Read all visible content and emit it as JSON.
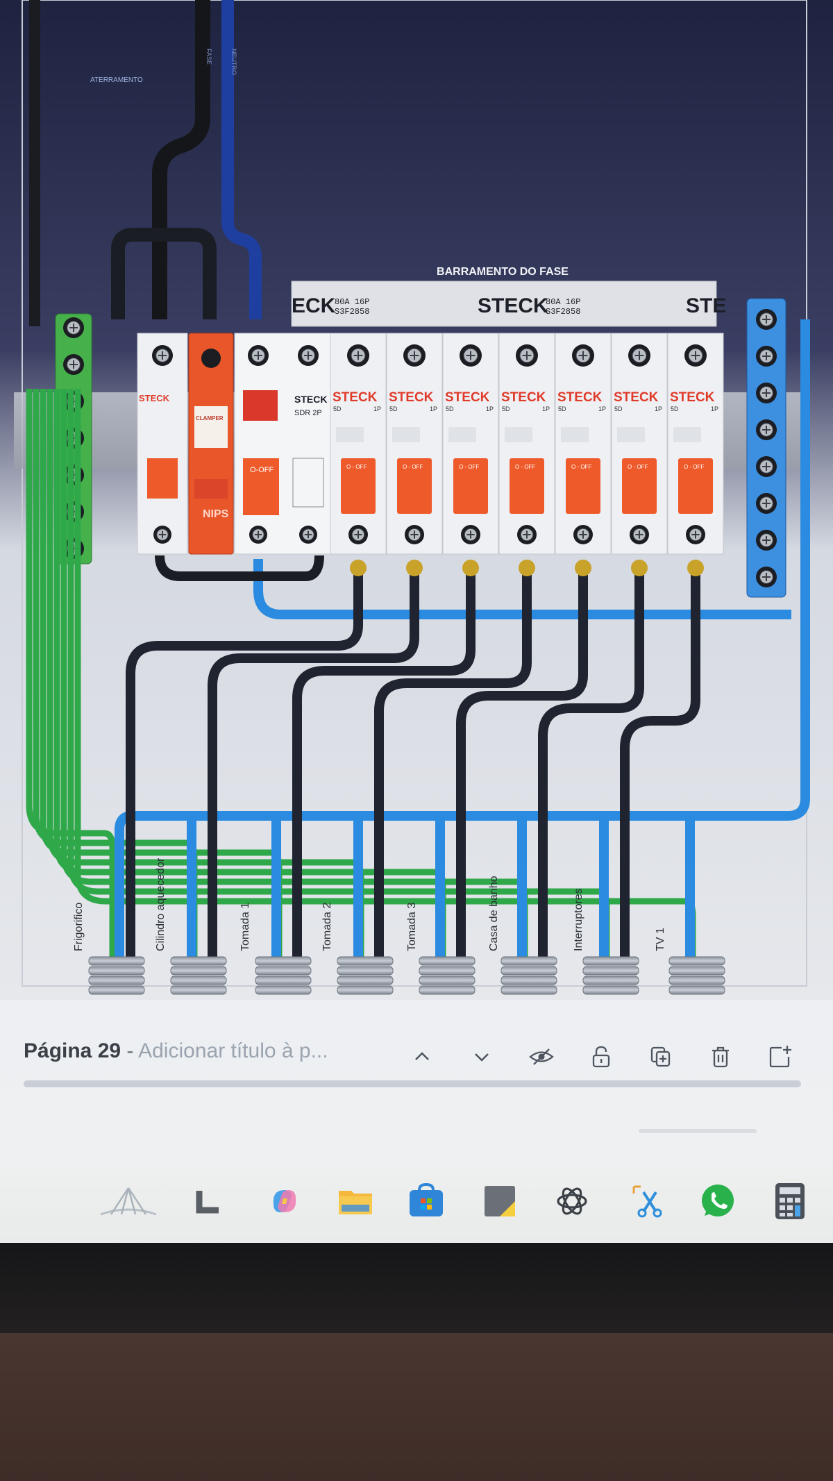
{
  "diagram": {
    "ground_label": "ATERRAMENTO",
    "neutral_label": "NEUTRO",
    "phase_label": "FASE",
    "busbar_title": "BARRAMENTO DO FASE",
    "busbar_brand": "STECK",
    "busbar_rating": "80A 16P",
    "busbar_code": "S3F2858",
    "busbar_brand_left": "ECK",
    "busbar_brand_right": "STE",
    "breaker_brand": "STECK",
    "breaker_curve": "5D",
    "breaker_poles": "1P",
    "breaker_off": "O - OFF",
    "dr_brand": "STECK",
    "dr_model": "SDR  2P",
    "dr_off": "O-OFF",
    "dps_brand": "CLAMPER",
    "dps_label": "NIPS",
    "circuits": [
      "Frigorifico",
      "Cilindro aquecedor",
      "Tomada 1",
      "Tomada 2",
      "Tomada 3",
      "Casa de banho",
      "Interruptores",
      "TV 1"
    ]
  },
  "editor": {
    "page_number": "Página 29",
    "separator": "-",
    "title_placeholder": "Adicionar título à p...",
    "tools": [
      "chevron-up-icon",
      "chevron-down-icon",
      "eye-slash-icon",
      "lock-icon",
      "duplicate-icon",
      "trash-icon",
      "add-page-icon"
    ]
  },
  "taskbar": {
    "apps": [
      "landmark-icon",
      "app-l-icon",
      "copilot-icon",
      "file-explorer-icon",
      "store-icon",
      "sticky-notes-icon",
      "chatgpt-icon",
      "snipping-tool-icon",
      "whatsapp-icon",
      "calculator-icon"
    ]
  },
  "colors": {
    "phase_wire": "#1f2430",
    "neutral_wire": "#2a8be0",
    "ground_wire": "#2fa84a",
    "breaker_handle": "#ee5a2a",
    "brand_red": "#e03a2a"
  }
}
